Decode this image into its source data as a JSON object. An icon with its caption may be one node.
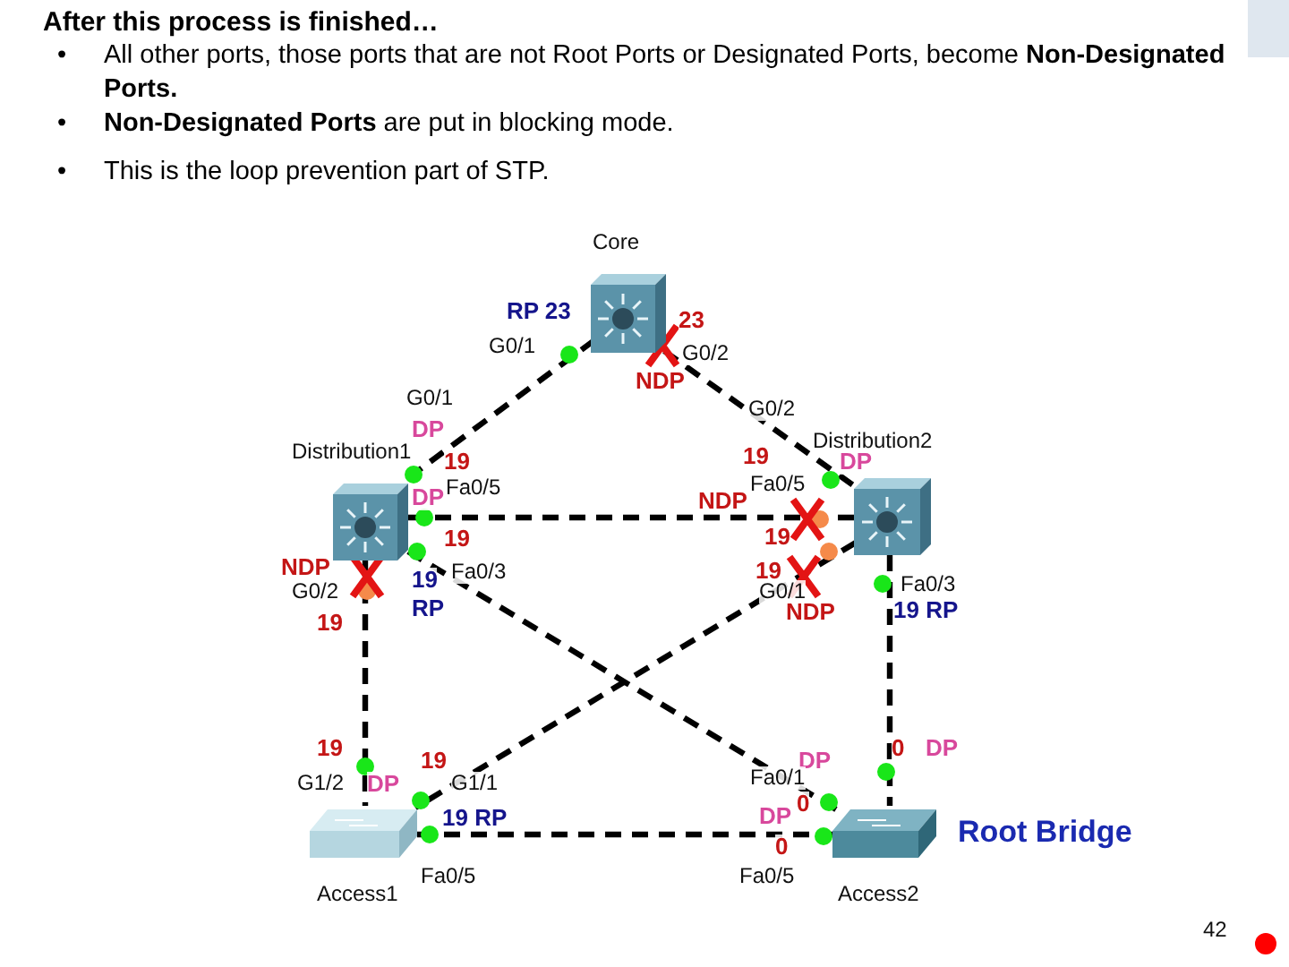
{
  "diagram": {
    "title": "After this process is finished…",
    "nodes": [
      {
        "text": [
          "Core"
        ]
      },
      {
        "text": [
          "Distribution1"
        ]
      },
      {
        "text": [
          "Distribution2"
        ]
      },
      {
        "text": [
          "Access1"
        ]
      },
      {
        "text": [
          "Access2"
        ],
        "beside": [
          "Root Bridge"
        ]
      }
    ],
    "edges": [
      {
        "from": 0,
        "to": 1,
        "arrow": "none",
        "style": "dashed"
      },
      {
        "from": 0,
        "to": 2,
        "arrow": "none",
        "style": "dashed"
      },
      {
        "from": 1,
        "to": 2,
        "arrow": "none",
        "style": "dashed"
      },
      {
        "from": 1,
        "to": 4,
        "arrow": "none",
        "style": "dashed"
      },
      {
        "from": 1,
        "to": 3,
        "arrow": "none",
        "style": "dashed"
      },
      {
        "from": 2,
        "to": 3,
        "arrow": "none",
        "style": "dashed"
      },
      {
        "from": 2,
        "to": 4,
        "arrow": "none",
        "style": "dashed"
      },
      {
        "from": 3,
        "to": 4,
        "arrow": "none",
        "style": "dashed"
      }
    ],
    "labels": [
      "•",
      "All other ports, those ports that are not Root Ports or Designated Ports, become **Non-Designated Ports.**",
      "•",
      "**Non-Designated Ports** are put in blocking mode.",
      "•",
      "This is the loop prevention part of STP.",
      "RP 23",
      "23",
      "G0/1",
      "G0/2",
      "NDP",
      "G0/1",
      "G0/2",
      "DP",
      "19",
      "19",
      "DP",
      "DP",
      "Fa0/5",
      "Fa0/5",
      "NDP",
      "19",
      "19",
      "NDP",
      "G0/2",
      "19",
      "Fa0/3",
      "19",
      "G0/1",
      "Fa0/3",
      "19",
      "RP",
      "NDP",
      "19 RP",
      "19",
      "19",
      "DP",
      "0",
      "DP",
      "G1/2",
      "DP",
      "G1/1",
      "Fa0/1",
      "19 RP",
      "DP",
      "0",
      "0",
      "Fa0/5",
      "Fa0/5",
      "42"
    ]
  }
}
